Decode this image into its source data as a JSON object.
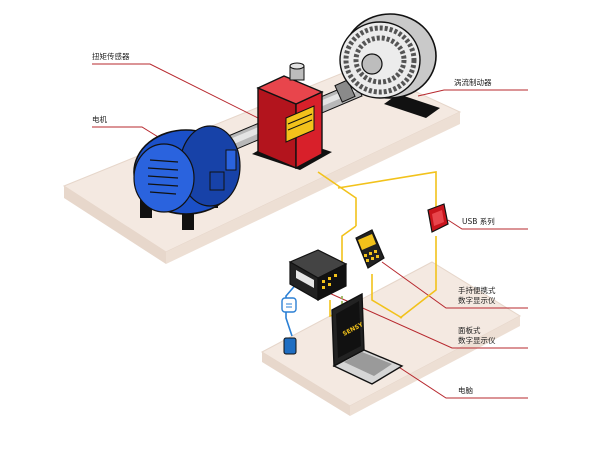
{
  "labels": {
    "torque_sensor": "扭矩传感器",
    "motor": "电机",
    "eddy_brake": "涡流制动器",
    "usb": "USB 系列",
    "handheld_line1": "手持便携式",
    "handheld_line2": "数字显示仪",
    "panel_line1": "面板式",
    "panel_line2": "数字显示仪",
    "computer": "电脑"
  },
  "screen_logo": "SENSY",
  "colors": {
    "leader_line": "#b7282e",
    "signal_cable": "#f2c21b",
    "power_cable": "#2a7fd4",
    "platform": "#f4e9e1",
    "platform_edge": "#e3d3c7",
    "sensor_red": "#d8202a",
    "motor_blue": "#1b50c8",
    "brake_gray": "#d9d9d9",
    "shaft_gray": "#9a9a9a",
    "outline": "#111111"
  },
  "icons": [
    "motor-icon",
    "torque-sensor-icon",
    "eddy-current-brake-icon",
    "usb-device-icon",
    "handheld-display-icon",
    "panel-display-icon",
    "laptop-icon",
    "power-plug-icon"
  ]
}
